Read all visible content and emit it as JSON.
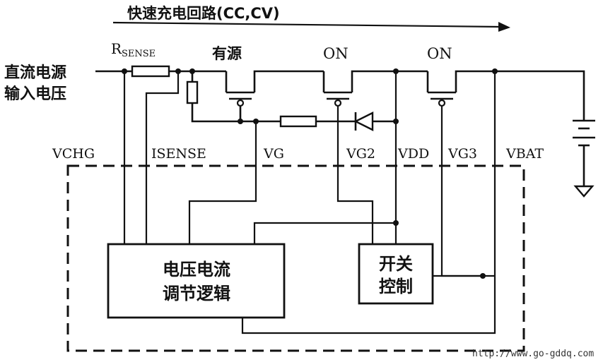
{
  "title": "快速充电回路(CC,CV)",
  "input_label": [
    "直流电源",
    "输入电压"
  ],
  "rsense": {
    "main": "R",
    "sub": "SENSE"
  },
  "transistors": [
    "有源",
    "ON",
    "ON"
  ],
  "pins": [
    "VCHG",
    "ISENSE",
    "VG",
    "VG2",
    "VDD",
    "VG3",
    "VBAT"
  ],
  "blocks": {
    "regulator": [
      "电压电流",
      "调节逻辑"
    ],
    "switch": [
      "开关",
      "控制"
    ]
  },
  "watermark": "http://www.go-gddq.com"
}
